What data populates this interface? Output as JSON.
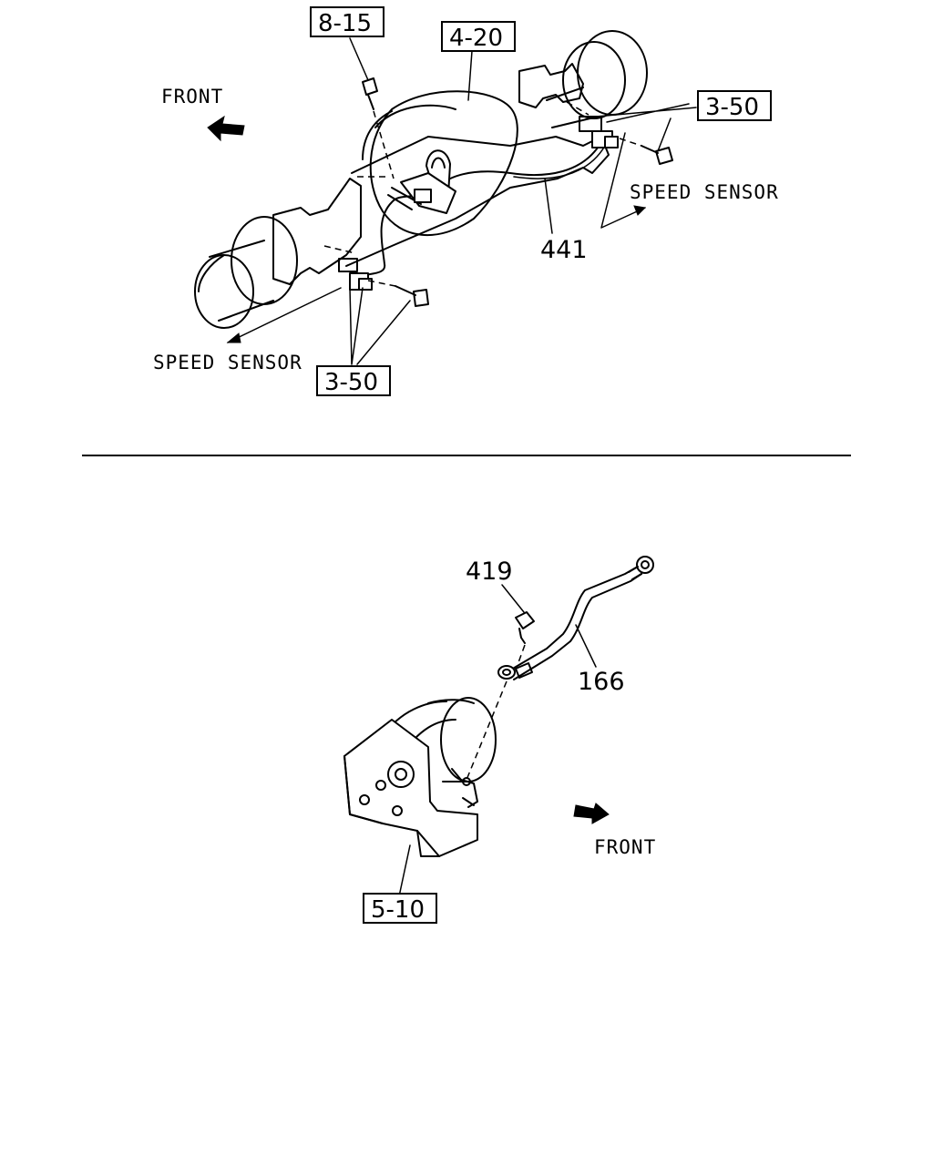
{
  "top_diagram": {
    "front_label": "FRONT",
    "speed_sensor_right": "SPEED SENSOR",
    "speed_sensor_left": "SPEED SENSOR",
    "ref_8_15": "8-15",
    "ref_4_20": "4-20",
    "ref_3_50_top": "3-50",
    "ref_3_50_bottom": "3-50",
    "part_441": "441"
  },
  "bottom_diagram": {
    "part_419": "419",
    "part_166": "166",
    "ref_5_10": "5-10",
    "front_label": "FRONT"
  }
}
